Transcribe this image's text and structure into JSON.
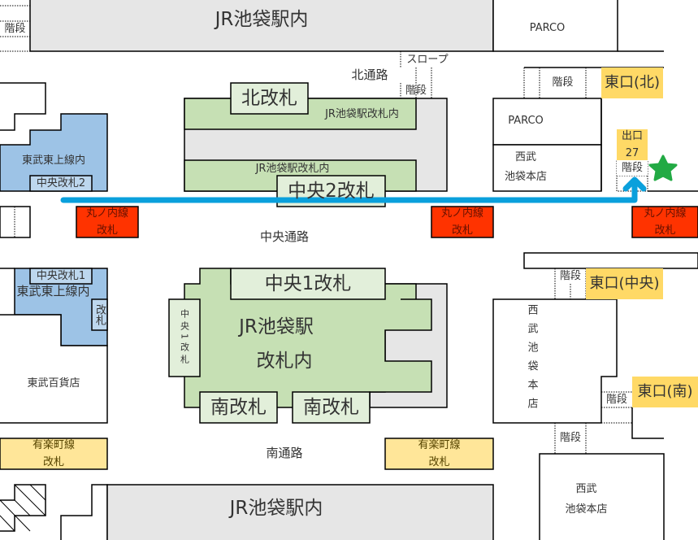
{
  "colors": {
    "jr_inside": "#c6e0b4",
    "jr_gate": "#e2efda",
    "concourse_gray": "#e6e6e6",
    "tobu_inside": "#9dc3e6",
    "tobu_gate": "#bdd7ee",
    "marunouchi_gate": "#ff3300",
    "yurakucho_gate": "#ffe699",
    "exit_label": "#ffd966",
    "route_arrow": "#0aa0dc",
    "star": "#22aa44"
  },
  "icons": {
    "route": "route-arrow-icon",
    "destination": "star-icon",
    "stairs": "stairs-icon"
  },
  "labels": {
    "jr_inside_top": "JR池袋駅内",
    "jr_inside_bottom": "JR池袋駅内",
    "parco_top": "PARCO",
    "parco_mid": "PARCO",
    "seibu_upper_1": "西武",
    "seibu_upper_2": "池袋本店",
    "seibu_vertical": "西武池袋本店",
    "seibu_lower_1": "西武",
    "seibu_lower_2": "池袋本店",
    "stairs_top_left": "階段",
    "slope": "スロープ",
    "stairs_north": "階段",
    "north_passage": "北通路",
    "central_passage": "中央通路",
    "south_passage": "南通路",
    "north_gate": "北改札",
    "jr_gate_inside_1": "JR池袋駅改札内",
    "jr_gate_inside_2": "JR池袋駅改札内",
    "central2_gate": "中央2改札",
    "central1_gate": "中央1改札",
    "central1_gate_side": "中央1改札",
    "jr_main_1": "JR池袋駅",
    "jr_main_2": "改札内",
    "south_gate_1": "南改札",
    "south_gate_2": "南改札",
    "tobu_upper": "東武東上線内",
    "tobu_central2": "中央改札2",
    "tobu_central1": "中央改札1",
    "tobu_lower": "東武東上線内",
    "tobu_side_gate": "改札",
    "tobu_dept": "東武百貨店",
    "marunouchi_1a": "丸ノ内線",
    "marunouchi_1b": "改札",
    "marunouchi_2a": "丸ノ内線",
    "marunouchi_2b": "改札",
    "marunouchi_3a": "丸ノ内線",
    "marunouchi_3b": "改札",
    "yurakucho_1a": "有楽町線",
    "yurakucho_1b": "改札",
    "yurakucho_2a": "有楽町線",
    "yurakucho_2b": "改札",
    "east_north": "東口(北)",
    "east_central": "東口(中央)",
    "east_south": "東口(南)",
    "stairs_east_north": "階段",
    "stairs_east_central": "階段",
    "stairs_east_south": "階段",
    "stairs_seibu_between": "階段",
    "exit27_a": "出口",
    "exit27_b": "27",
    "stairs_exit27": "階段"
  }
}
